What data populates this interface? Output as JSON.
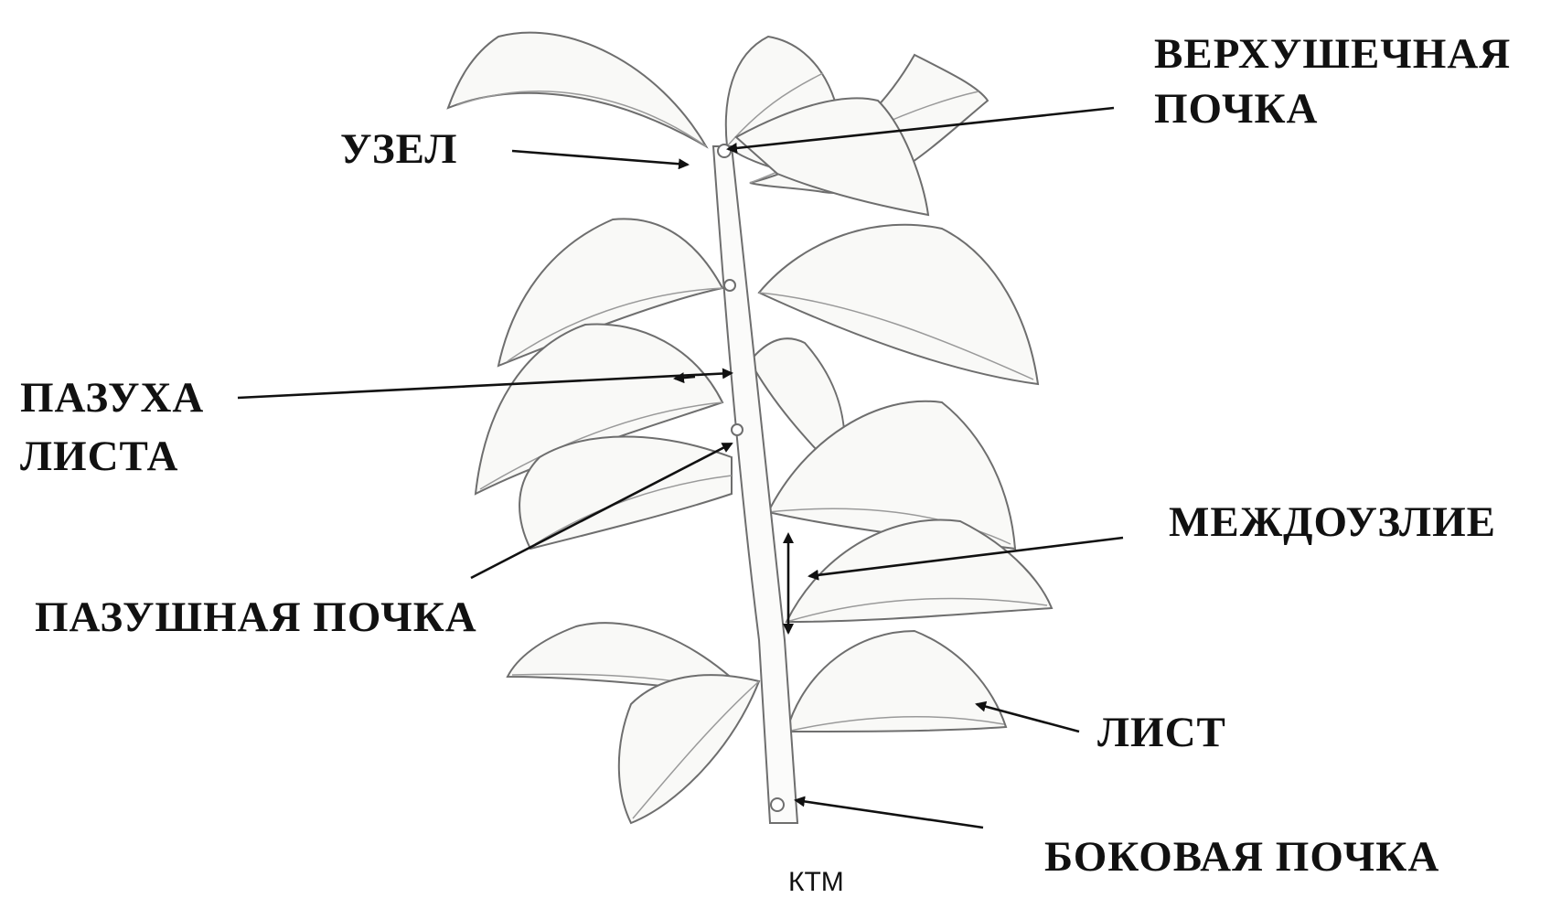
{
  "labels": {
    "apical_bud_line1": "ВЕРХУШЕЧНАЯ",
    "apical_bud_line2": "ПОЧКА",
    "node": "УЗЕЛ",
    "leaf_axil_line1": "ПАЗУХА",
    "leaf_axil_line2": "ЛИСТА",
    "axillary_bud": "ПАЗУШНАЯ ПОЧКА",
    "internode": "МЕЖДОУЗЛИЕ",
    "leaf": "ЛИСТ",
    "lateral_bud": "БОКОВАЯ ПОЧКА"
  },
  "signature": "КТМ",
  "colors": {
    "ink": "#111111",
    "sketch": "#6e6e6e",
    "leaf_fill": "#f9f9f7"
  }
}
